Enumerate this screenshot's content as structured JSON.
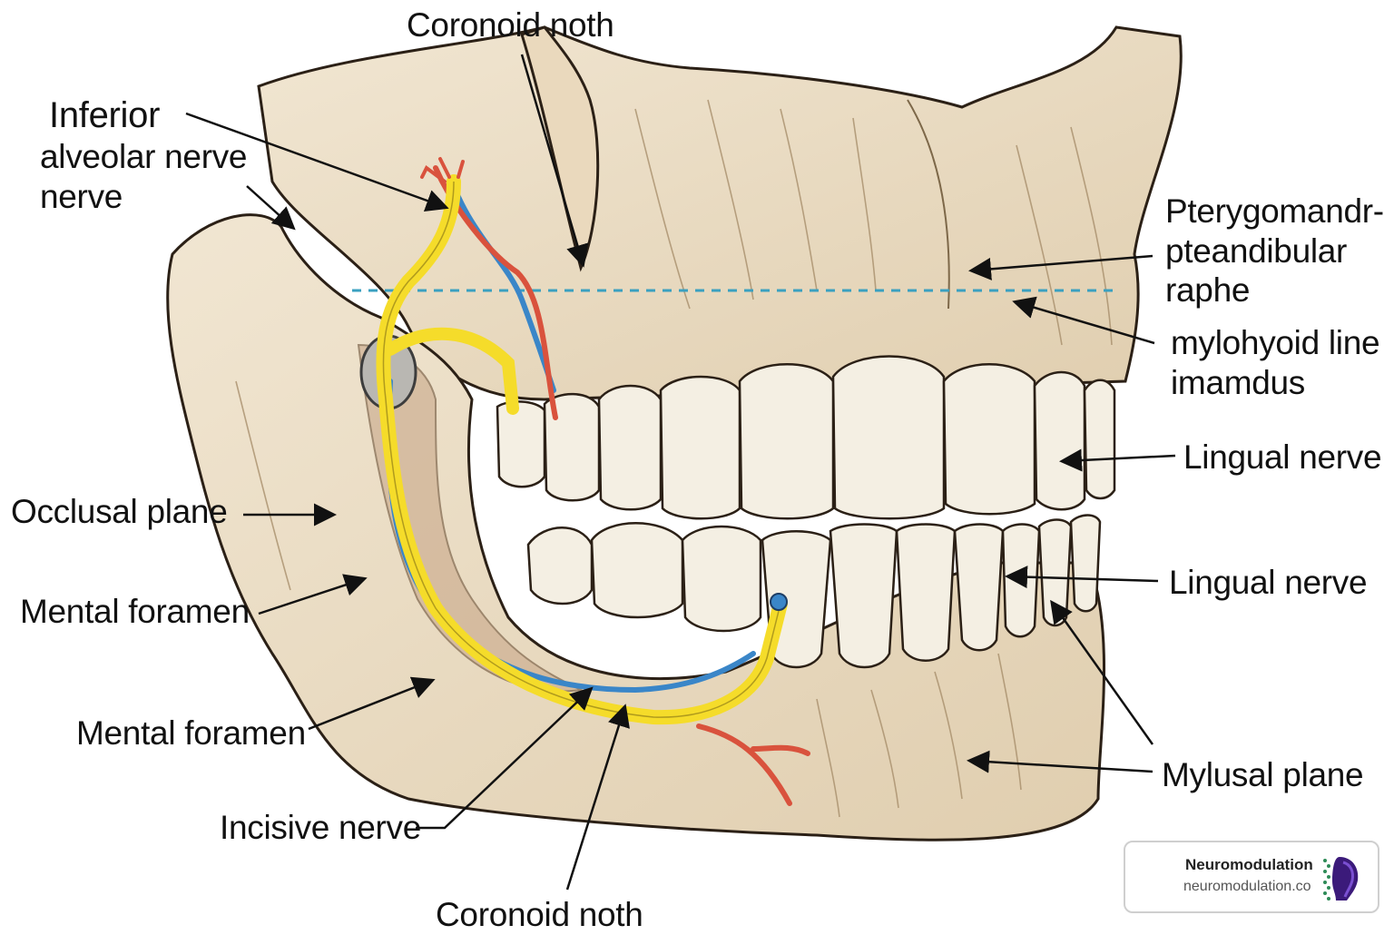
{
  "labels": {
    "coronoid_top": "Coronoid noth",
    "inferior_alveolar": [
      "Inferior",
      "alveolar nerve",
      "nerve"
    ],
    "pterygo": [
      "Pterygomandr-",
      "pteandibular",
      "raphe"
    ],
    "mylohyoid": [
      "mylohyoid line",
      "imamdus"
    ],
    "lingual_upper": "Lingual nerve",
    "occlusal": "Occlusal plane",
    "lingual_lower": "Lingual nerve",
    "mental1": "Mental foramen",
    "mental2": "Mental foramen",
    "mylusal": "Mylusal plane",
    "incisive": "Incisive nerve",
    "coronoid_bottom": "Coronoid noth"
  },
  "watermark": {
    "title": "Neuromodulation",
    "url": "neuromodulation.co"
  },
  "colors": {
    "bone": "#e9dcc6",
    "bone_shadow": "#c9b38f",
    "tooth": "#f4efe3",
    "nerve_yellow": "#f5dc2a",
    "vein_blue": "#3a86c8",
    "artery_red": "#d9523d",
    "guide_line": "#3aa0c0"
  }
}
